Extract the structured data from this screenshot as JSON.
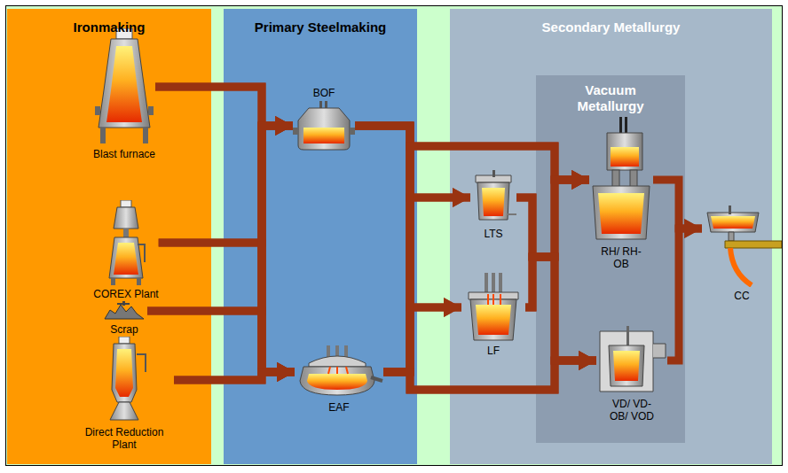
{
  "diagram": {
    "nodes": [
      {
        "text": [
          "Ironmaking"
        ]
      },
      {
        "text": [
          "Blast furnace"
        ],
        "in": 0
      },
      {
        "text": [
          "COREX Plant"
        ],
        "in": 0
      },
      {
        "text": [
          "Scrap"
        ],
        "in": 0
      },
      {
        "text": [
          "Direct Reduction Plant"
        ],
        "in": 0
      },
      {
        "text": [
          "Primary Steelmaking"
        ]
      },
      {
        "text": [
          "BOF"
        ],
        "in": 5
      },
      {
        "text": [
          "EAF"
        ],
        "in": 5
      },
      {
        "text": [
          "Secondary Metallurgy"
        ]
      },
      {
        "text": [
          "LTS"
        ],
        "in": 8
      },
      {
        "text": [
          "LF"
        ],
        "in": 8
      },
      {
        "text": [
          "Vacuum Metallurgy"
        ],
        "in": 8
      },
      {
        "text": [
          "RH/ RH-OB"
        ],
        "in": 11
      },
      {
        "text": [
          "VD/ VD-OB/ VOD"
        ],
        "in": 11
      },
      {
        "text": [
          "CC"
        ]
      }
    ],
    "edges": [
      {
        "from": 1,
        "to": 6,
        "arrow": "to"
      },
      {
        "from": 1,
        "to": 7,
        "arrow": "to"
      },
      {
        "from": 2,
        "to": 6,
        "arrow": "to"
      },
      {
        "from": 2,
        "to": 7,
        "arrow": "to"
      },
      {
        "from": 3,
        "to": 6,
        "arrow": "to"
      },
      {
        "from": 3,
        "to": 7,
        "arrow": "to"
      },
      {
        "from": 4,
        "to": 6,
        "arrow": "to"
      },
      {
        "from": 4,
        "to": 7,
        "arrow": "to"
      },
      {
        "from": 6,
        "to": 9,
        "arrow": "to"
      },
      {
        "from": 6,
        "to": 10,
        "arrow": "to"
      },
      {
        "from": 7,
        "to": 9,
        "arrow": "to"
      },
      {
        "from": 7,
        "to": 10,
        "arrow": "to"
      },
      {
        "from": 6,
        "to": 12,
        "arrow": "to"
      },
      {
        "from": 6,
        "to": 13,
        "arrow": "to"
      },
      {
        "from": 7,
        "to": 12,
        "arrow": "to"
      },
      {
        "from": 7,
        "to": 13,
        "arrow": "to"
      },
      {
        "from": 9,
        "to": 12,
        "arrow": "to"
      },
      {
        "from": 9,
        "to": 13,
        "arrow": "to"
      },
      {
        "from": 10,
        "to": 12,
        "arrow": "to"
      },
      {
        "from": 10,
        "to": 13,
        "arrow": "to"
      },
      {
        "from": 12,
        "to": 14,
        "arrow": "to"
      },
      {
        "from": 13,
        "to": 14,
        "arrow": "to"
      }
    ]
  }
}
